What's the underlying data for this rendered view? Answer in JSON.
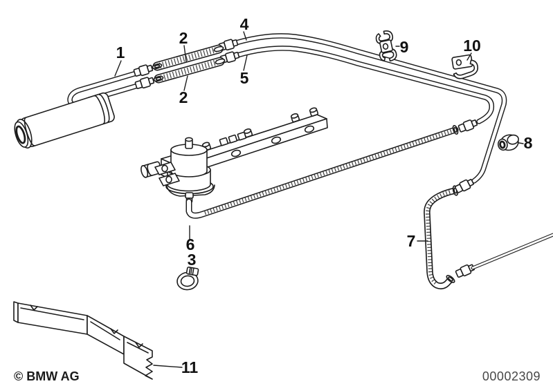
{
  "page": {
    "background_color": "#ffffff",
    "line_color": "#1c1c1c",
    "callout_color": "#111111"
  },
  "diagram": {
    "callouts": {
      "n1": "1",
      "n2a": "2",
      "n2b": "2",
      "n3": "3",
      "n4": "4",
      "n5": "5",
      "n6": "6",
      "n7": "7",
      "n8": "8",
      "n9": "9",
      "n10": "10",
      "n11": "11"
    },
    "footer": {
      "copyright": "© BMW AG",
      "doc_number": "00002309"
    }
  }
}
